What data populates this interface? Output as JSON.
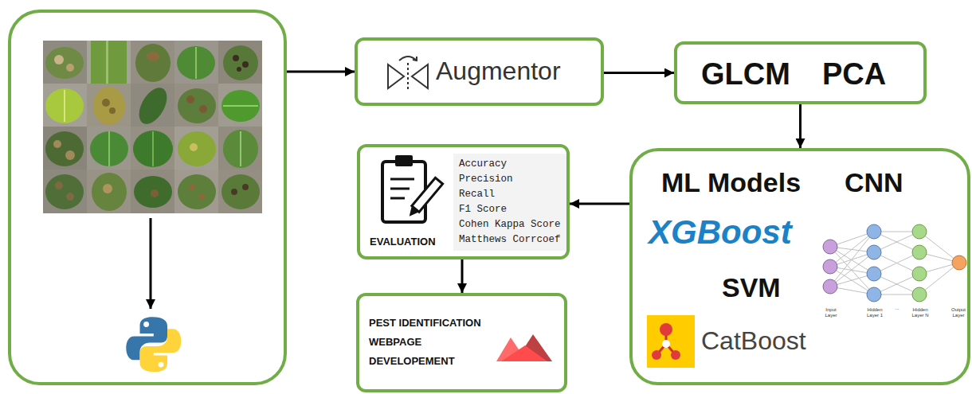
{
  "diagram": {
    "nodes": [
      {
        "text": []
      },
      {
        "text": [
          "Augmentor"
        ]
      },
      {
        "text": [
          "GLCM",
          "PCA"
        ]
      },
      {
        "text": [
          "ML Models",
          "CNN",
          "XGBoost",
          "SVM",
          "CatBoost"
        ]
      },
      {
        "text": [
          "Accuracy",
          "Precision",
          "Recall",
          "F1 Score",
          "Cohen Kappa Score",
          "Matthews Corrcoef",
          "EVALUATION"
        ]
      },
      {
        "text": [
          "PEST IDENTIFICATION WEBPAGE DEVELOPEMENT"
        ]
      }
    ],
    "edges": [
      {
        "from": 0,
        "to": 1,
        "arrow": "to"
      },
      {
        "from": 1,
        "to": 2,
        "arrow": "to"
      },
      {
        "from": 2,
        "to": 3,
        "arrow": "to"
      },
      {
        "from": 3,
        "to": 4,
        "arrow": "to"
      },
      {
        "from": 4,
        "to": 5,
        "arrow": "to"
      }
    ],
    "labels": [
      "Input Layer",
      "Hidden Layer 1",
      "...",
      "Hidden Layer N",
      "Output Layer"
    ]
  }
}
